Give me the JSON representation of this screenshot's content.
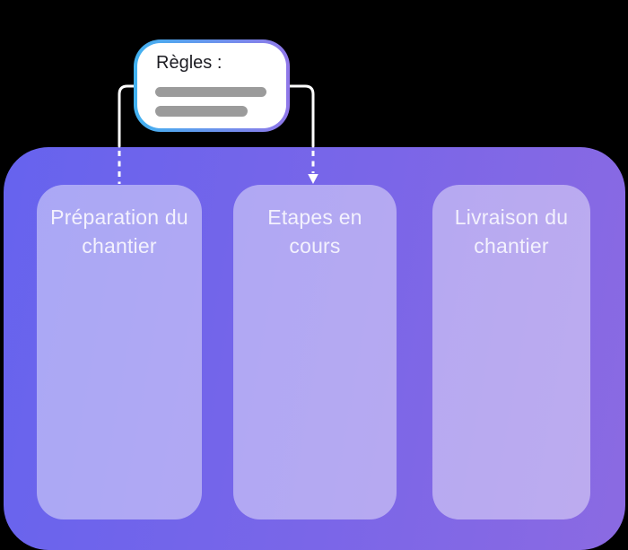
{
  "diagram": {
    "callout": {
      "title": "Règles :",
      "placeholder_line_count": 2
    },
    "board": {
      "columns": [
        {
          "id": "preparation-du-chantier",
          "title": "Préparation du\nchantier"
        },
        {
          "id": "etapes-en-cours",
          "title": "Etapes en\ncours"
        },
        {
          "id": "livraison-du-chantier",
          "title": "Livraison du\nchantier"
        }
      ]
    },
    "connectors": [
      {
        "from": "rules-callout",
        "to": "column-preparation-du-chantier",
        "style": "dashed-inside-board",
        "arrowhead": false
      },
      {
        "from": "rules-callout",
        "to": "column-etapes-en-cours",
        "style": "dashed-inside-board",
        "arrowhead": true
      }
    ],
    "colors": {
      "background": "#000000",
      "board_gradient_left": "#6663ee",
      "board_gradient_right": "#8b6ae2",
      "column_fill": "rgba(255,255,255,0.44)",
      "column_title_text": "#f3f1fd",
      "callout_background": "#ffffff",
      "callout_border_gradient_left": "#41b2f0",
      "callout_border_gradient_right": "#9077e9",
      "callout_title_text": "#1c1c22",
      "placeholder_bar": "#9b9b9b",
      "connector_line": "#ffffff"
    }
  }
}
